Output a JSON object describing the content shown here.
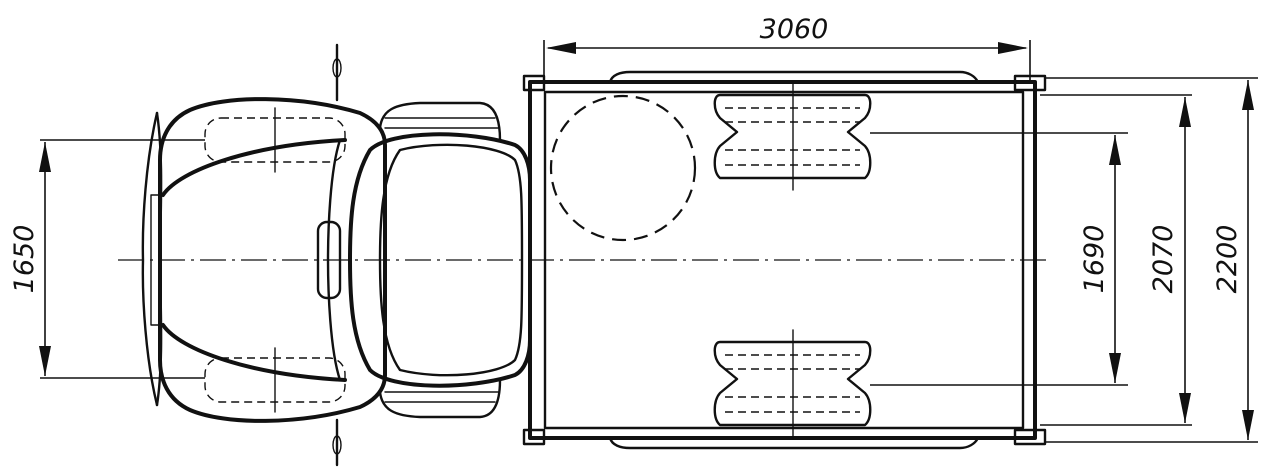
{
  "dimensions": {
    "platform_length": "3060",
    "front_track": "1650",
    "rear_track": "1690",
    "platform_width_inner": "2070",
    "overall_width": "2200"
  }
}
